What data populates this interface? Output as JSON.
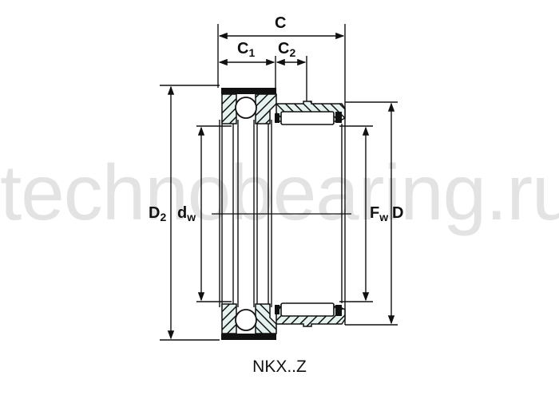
{
  "watermark": {
    "text": "technobearing.ru",
    "color": "#e3e3e3"
  },
  "caption": {
    "text": "NKX..Z"
  },
  "dimensions": {
    "C": {
      "main": "C",
      "sub": ""
    },
    "C1": {
      "main": "C",
      "sub": "1"
    },
    "C2": {
      "main": "C",
      "sub": "2"
    },
    "D2": {
      "main": "D",
      "sub": "2"
    },
    "dw": {
      "main": "d",
      "sub": "w"
    },
    "Fw": {
      "main": "F",
      "sub": "w"
    },
    "D": {
      "main": "D",
      "sub": ""
    }
  },
  "colors": {
    "line": "#111111",
    "hatch_fill": "#e6f2ef",
    "background": "#ffffff"
  }
}
